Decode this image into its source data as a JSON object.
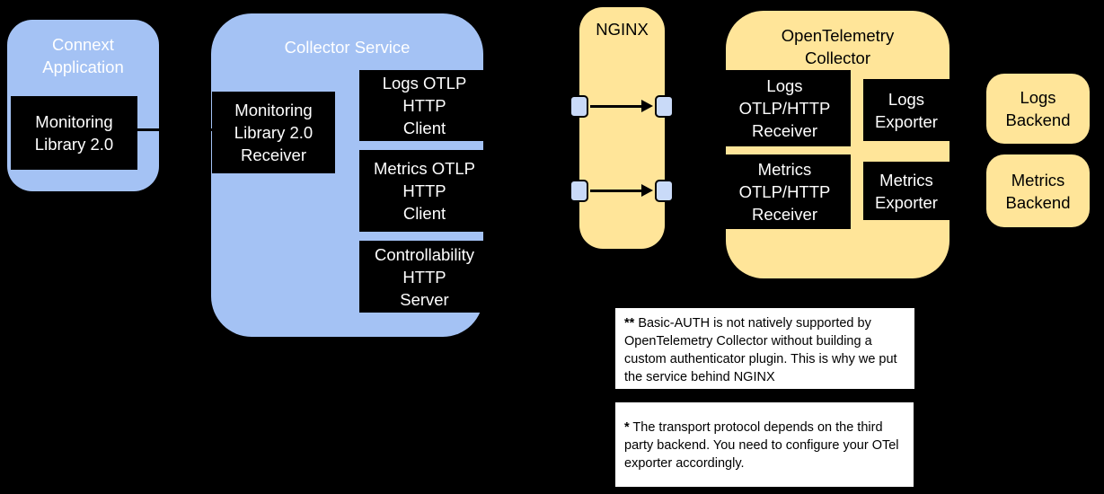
{
  "connext_app": {
    "title": "Connext\nApplication",
    "monitoring_library": "Monitoring\nLibrary 2.0"
  },
  "collector_service": {
    "title": "Collector Service",
    "receiver": "Monitoring\nLibrary 2.0\nReceiver",
    "logs_client": "Logs OTLP\nHTTP\nClient",
    "metrics_client": "Metrics OTLP\nHTTP\nClient",
    "controllability_server": "Controllability\nHTTP\nServer"
  },
  "nginx": {
    "title": "NGINX"
  },
  "otel_collector": {
    "title": "OpenTelemetry\nCollector",
    "logs_receiver": "Logs\nOTLP/HTTP\nReceiver",
    "logs_exporter": "Logs\nExporter",
    "metrics_receiver": "Metrics\nOTLP/HTTP\nReceiver",
    "metrics_exporter": "Metrics\nExporter"
  },
  "backends": {
    "logs": "Logs\nBackend",
    "metrics": "Metrics\nBackend"
  },
  "notes": [
    {
      "prefix": "**",
      "text": " Basic-AUTH is not natively supported by\nOpenTelemetry Collector without building a\ncustom authenticator plugin. This is why we put\nthe service behind NGINX"
    },
    {
      "prefix": "*",
      "text": " The transport protocol depends on the third\nparty backend. You need to configure your OTel\nexporter accordingly."
    }
  ],
  "connections": [
    {
      "from": "Monitoring Library 2.0",
      "to": "Monitoring Library 2.0 Receiver",
      "type": "line"
    },
    {
      "from": "NGINX left port 1",
      "to": "NGINX right port 1",
      "type": "arrow"
    },
    {
      "from": "NGINX left port 2",
      "to": "NGINX right port 2",
      "type": "arrow"
    }
  ],
  "colors": {
    "container_blue": "#a4c2f4",
    "container_yellow": "#ffe599",
    "component_black": "#000000",
    "component_text": "#ffffff",
    "port_blue": "#c9daf8",
    "port_border": "#000000",
    "note_background": "#ffffff",
    "note_text": "#000000",
    "page_background": "#000000",
    "arrow": "#000000"
  }
}
